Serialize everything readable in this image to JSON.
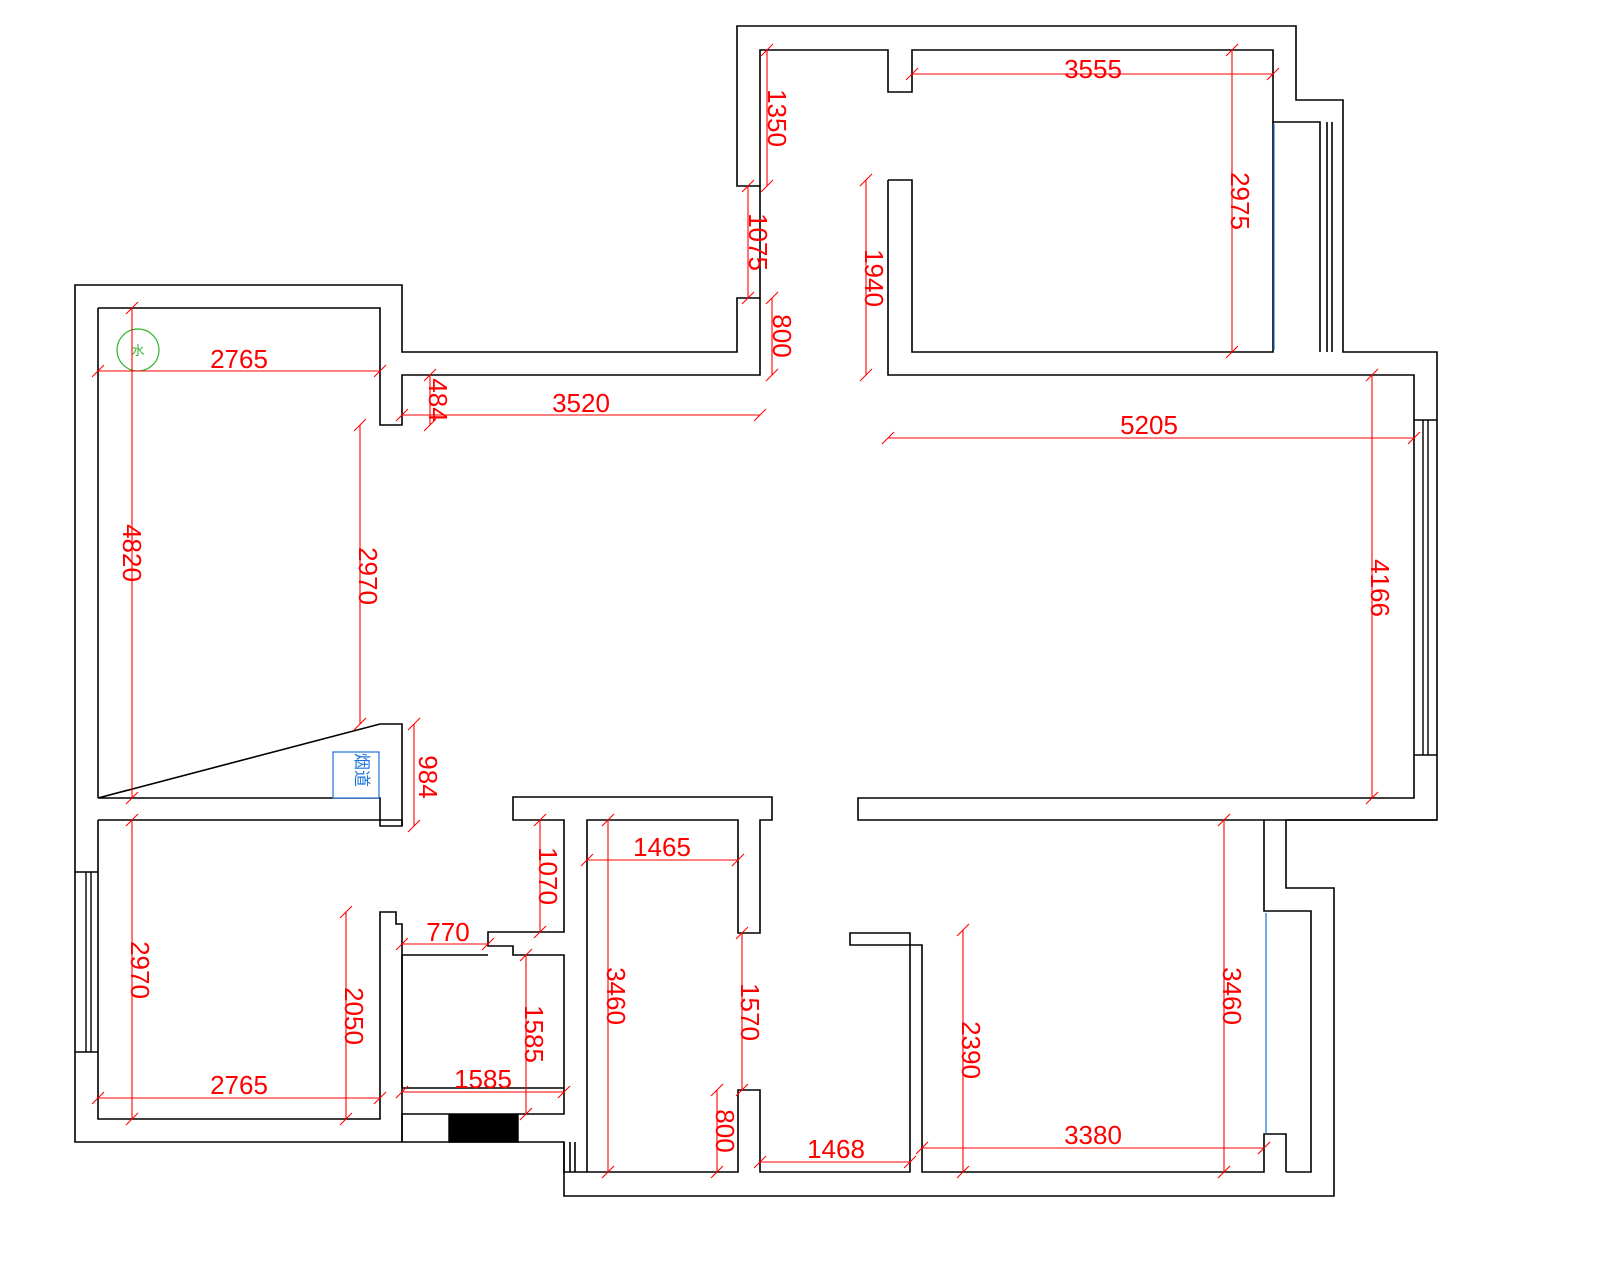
{
  "colors": {
    "wall": "#000000",
    "dimension": "#ff0000",
    "water_marker": "#2db52d",
    "flue_marker": "#1e73d8",
    "background": "#ffffff"
  },
  "markers": {
    "water": "水",
    "flue": "烟道"
  },
  "dimensions": {
    "d2765_top": "2765",
    "d4820": "4820",
    "d2970_left": "2970",
    "d984": "984",
    "d484": "484",
    "d3520": "3520",
    "d1350": "1350",
    "d1075": "1075",
    "d800_top": "800",
    "d1940": "1940",
    "d3555": "3555",
    "d2975": "2975",
    "d5205": "5205",
    "d4166": "4166",
    "d2970_bed": "2970",
    "d2050": "2050",
    "d2765_bottom": "2765",
    "d770": "770",
    "d1070": "1070",
    "d1585_v": "1585",
    "d1585_h": "1585",
    "d1465": "1465",
    "d3460_left": "3460",
    "d1570": "1570",
    "d800_bottom": "800",
    "d1468": "1468",
    "d2390": "2390",
    "d3380": "3380",
    "d3460_right": "3460"
  }
}
